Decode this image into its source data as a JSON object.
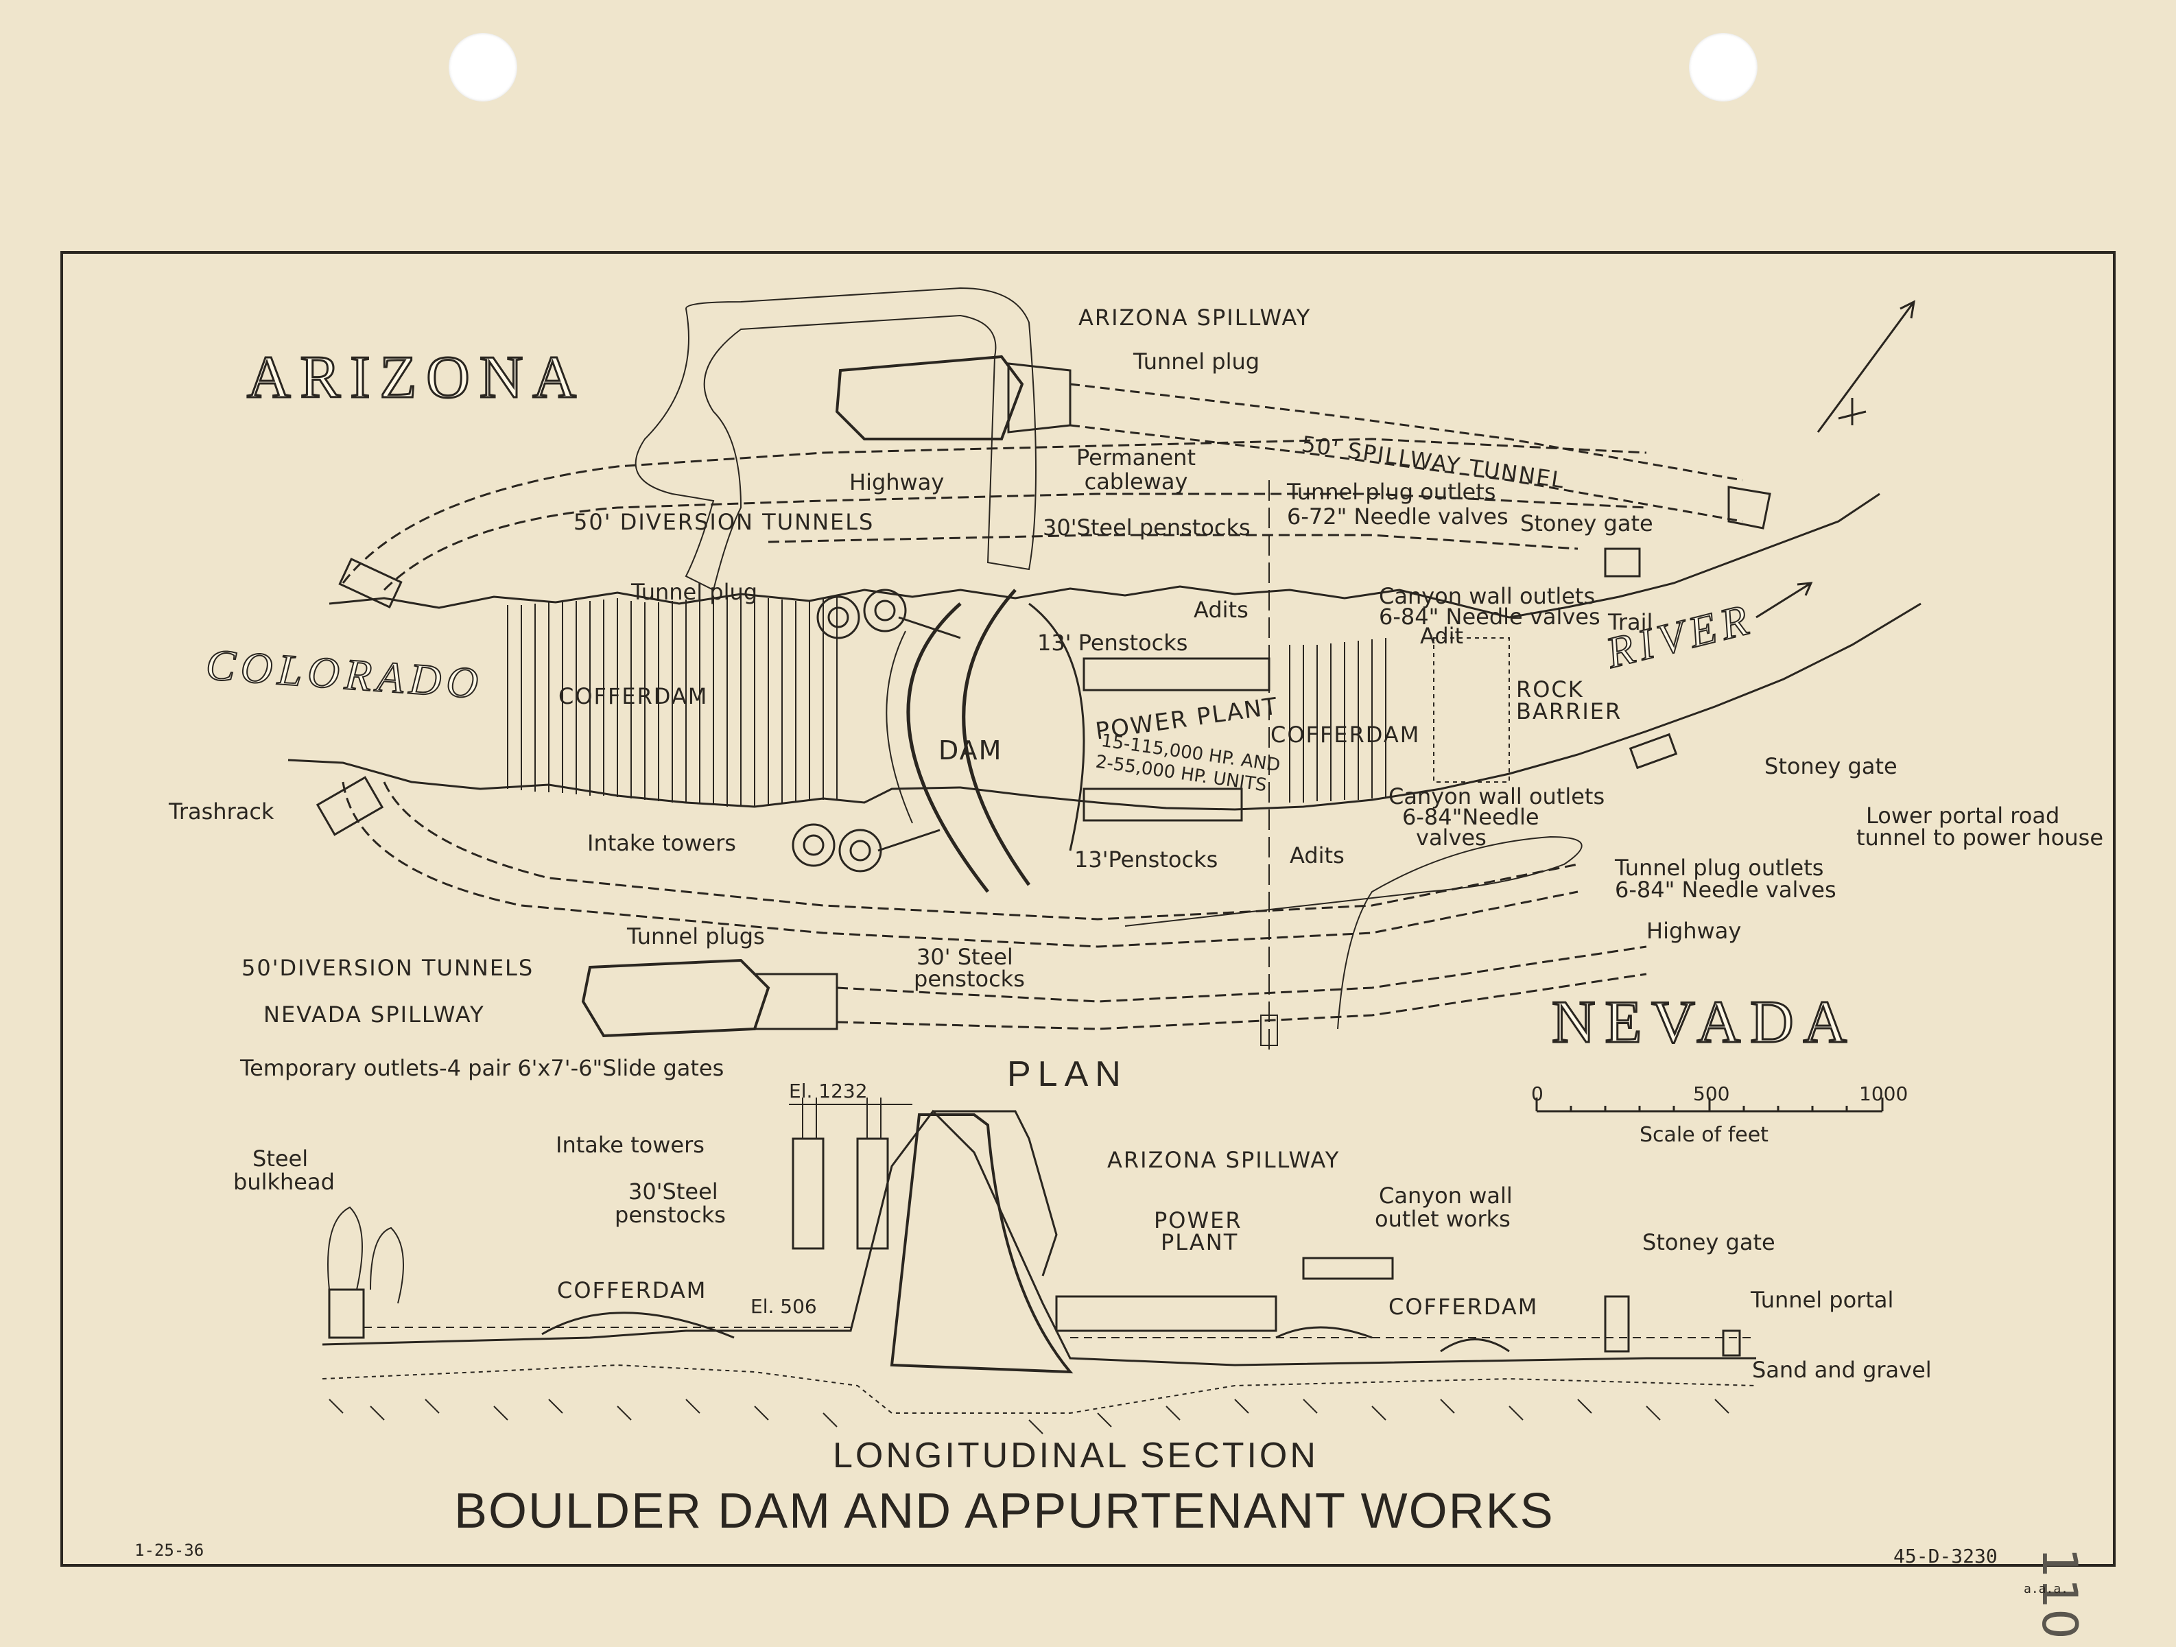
{
  "states": {
    "arizona": "ARIZONA",
    "nevada": "NEVADA"
  },
  "river": {
    "colorado": "COLORADO",
    "river": "RIVER"
  },
  "plan": {
    "arizona_spillway": "ARIZONA SPILLWAY",
    "tunnel_plug_top": "Tunnel plug",
    "spillway_tunnel": "50' SPILLWAY TUNNEL",
    "highway_top": "Highway",
    "permanent_cableway": "Permanent cableway",
    "tunnel_plug_outlets_az": "Tunnel plug outlets",
    "needle_valves_72": "6-72\" Needle valves",
    "diversion_tunnels_az": "50' DIVERSION TUNNELS",
    "steel_penstocks_az": "30'Steel penstocks",
    "stoney_gate_top": "Stoney gate",
    "tunnel_plug_az": "Tunnel plug",
    "adits_top": "Adits",
    "canyon_wall_outlets_top": "Canyon wall outlets",
    "needle_valves_84_top": "6-84\" Needle valves",
    "trail": "Trail",
    "adit": "Adit",
    "penstocks_13_top": "13' Penstocks",
    "cofferdam_upper": "COFFERDAM",
    "dam": "DAM",
    "power_plant": "POWER PLANT",
    "units_1": "15-115,000 HP. AND",
    "units_2": "2-55,000 HP. UNITS",
    "cofferdam_lower": "COFFERDAM",
    "rock_barrier_1": "ROCK",
    "rock_barrier_2": "BARRIER",
    "trashrack": "Trashrack",
    "stoney_gate_nv": "Stoney gate",
    "lower_portal_1": "Lower portal road",
    "lower_portal_2": "tunnel to power house",
    "canyon_wall_outlets_nv_1": "Canyon wall outlets",
    "canyon_wall_outlets_nv_2": "6-84\"Needle",
    "canyon_wall_outlets_nv_3": "valves",
    "intake_towers": "Intake towers",
    "adits_nv": "Adits",
    "penstocks_13_nv": "13'Penstocks",
    "tunnel_plug_outlets_nv": "Tunnel plug outlets",
    "needle_valves_84_nv": "6-84\" Needle valves",
    "tunnel_plugs": "Tunnel plugs",
    "highway_nv": "Highway",
    "diversion_tunnels_nv": "50'DIVERSION TUNNELS",
    "steel_penstocks_nv_1": "30' Steel",
    "steel_penstocks_nv_2": "penstocks",
    "nevada_spillway": "NEVADA SPILLWAY",
    "temporary_outlets": "Temporary outlets-4 pair 6'x7'-6\"Slide gates",
    "title": "PLAN"
  },
  "scale": {
    "t0": "0",
    "t500": "500",
    "t1000": "1000",
    "label": "Scale of feet"
  },
  "section": {
    "el_1232": "El. 1232",
    "intake_towers": "Intake towers",
    "arizona_spillway": "ARIZONA SPILLWAY",
    "steel_bulkhead_1": "Steel",
    "steel_bulkhead_2": "bulkhead",
    "steel_penstocks_1": "30'Steel",
    "steel_penstocks_2": "penstocks",
    "power_plant_1": "POWER",
    "power_plant_2": "PLANT",
    "canyon_wall_1": "Canyon wall",
    "canyon_wall_2": "outlet works",
    "stoney_gate": "Stoney gate",
    "cofferdam_left": "COFFERDAM",
    "el_506": "El. 506",
    "cofferdam_right": "COFFERDAM",
    "tunnel_portal": "Tunnel portal",
    "sand_gravel": "Sand and gravel",
    "title": "LONGITUDINAL SECTION"
  },
  "main_title": "BOULDER DAM AND APPURTENANT WORKS",
  "date": "1-25-36",
  "drawing_number": "45-D-3230",
  "page_number": "110",
  "initials": "a.a.a."
}
